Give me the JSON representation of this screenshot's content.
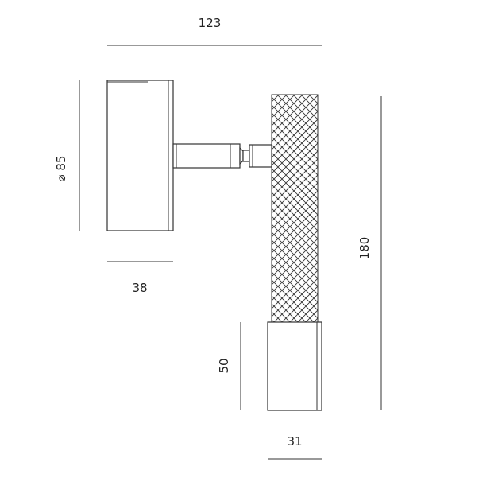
{
  "drawing": {
    "dimensions": {
      "total_width": "123",
      "base_diameter": "⌀ 85",
      "base_depth": "38",
      "total_height": "180",
      "head_height": "50",
      "head_width": "31"
    },
    "colors": {
      "line": "#333333",
      "background": "#ffffff"
    }
  }
}
